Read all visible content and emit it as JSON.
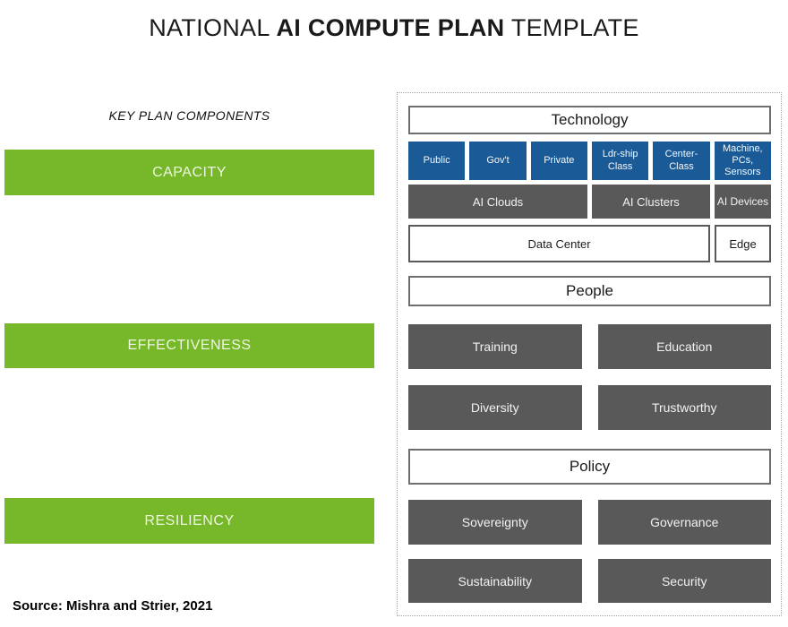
{
  "title": {
    "pre": "NATIONAL ",
    "emph": "AI COMPUTE PLAN",
    "post": " TEMPLATE"
  },
  "left_column": {
    "heading": "KEY PLAN COMPONENTS",
    "bars": [
      {
        "label": "CAPACITY"
      },
      {
        "label": "EFFECTIVENESS"
      },
      {
        "label": "RESILIENCY"
      }
    ]
  },
  "plan_panel": {
    "technology": {
      "header": "Technology",
      "segments": [
        "Public",
        "Gov't",
        "Private",
        "Ldr-ship Class",
        "Center-Class",
        "Machine, PCs, Sensors"
      ],
      "platforms": [
        "AI Clouds",
        "AI Clusters",
        "AI Devices"
      ],
      "infrastructure": [
        "Data Center",
        "Edge"
      ]
    },
    "people": {
      "header": "People",
      "items": [
        "Training",
        "Education",
        "Diversity",
        "Trustworthy"
      ]
    },
    "policy": {
      "header": "Policy",
      "items": [
        "Sovereignty",
        "Governance",
        "Sustainability",
        "Security"
      ]
    }
  },
  "source": "Source: Mishra and Strier, 2021",
  "colors": {
    "green": "#76b82a",
    "blue": "#1a5a96",
    "dark_gray": "#595959"
  }
}
